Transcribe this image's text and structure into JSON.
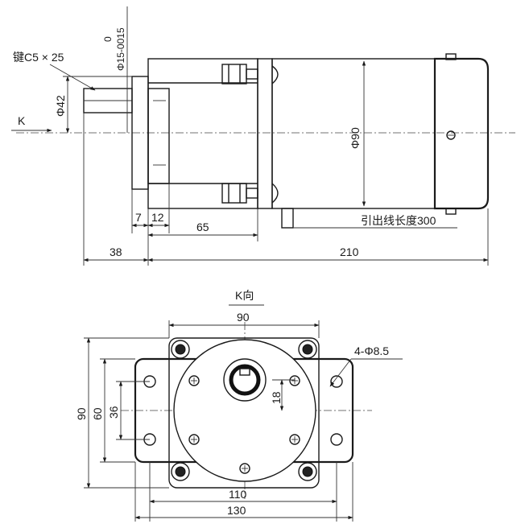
{
  "side_view": {
    "key_label": "键C5 × 25",
    "shaft_tol_upper": "0",
    "shaft_tol_lower": "Φ15-0015",
    "flange_dia": "Φ42",
    "motor_dia": "Φ90",
    "view_arrow_label": "K",
    "lead_wire_label": "引出线长度300",
    "dim_7": "7",
    "dim_12": "12",
    "dim_65": "65",
    "dim_38": "38",
    "dim_210": "210"
  },
  "front_view": {
    "view_title": "K向",
    "dim_top_90": "90",
    "hole_label": "4-Φ8.5",
    "dim_left_90": "90",
    "dim_left_60": "60",
    "dim_left_36": "36",
    "dim_shaft_18": "18",
    "dim_bottom_110": "110",
    "dim_bottom_130": "130"
  }
}
